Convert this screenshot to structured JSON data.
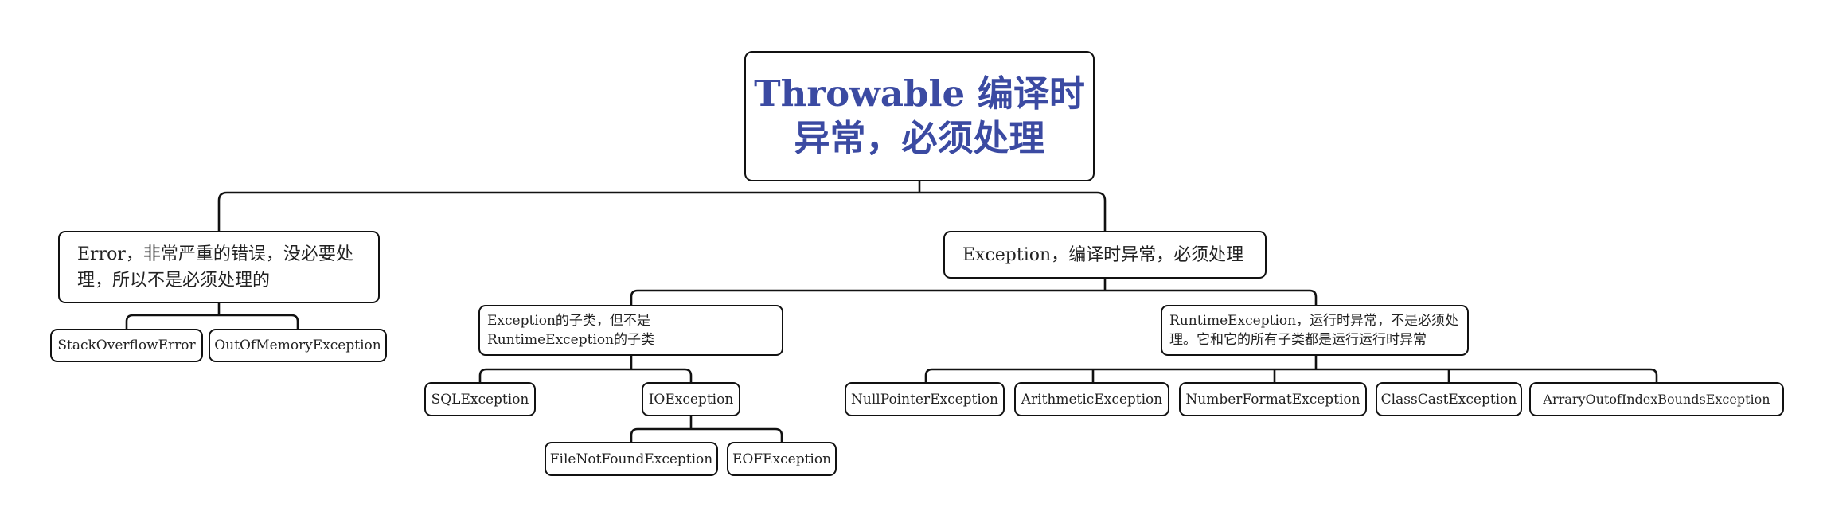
{
  "diagram": {
    "root": "Throwable 编译时异常，必须处理",
    "error": "Error，非常严重的错误，没必要处理，所以不是必须处理的",
    "error_children": [
      "StackOverflowError",
      "OutOfMemoryException"
    ],
    "exception": "Exception，编译时异常，必须处理",
    "checked": "Exception的子类，但不是RuntimeException的子类",
    "checked_children": [
      "SQLException",
      "IOException"
    ],
    "io_children": [
      "FileNotFoundException",
      "EOFException"
    ],
    "runtime": "RuntimeException，运行时异常，不是必须处理。它和它的所有子类都是运行运行时异常",
    "runtime_children": [
      "NullPointerException",
      "ArithmeticException",
      "NumberFormatException",
      "ClassCastException",
      "ArraryOutofIndexBoundsException"
    ]
  }
}
